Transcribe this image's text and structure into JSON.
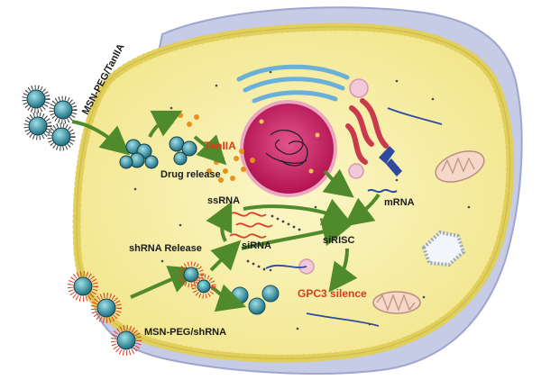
{
  "labels": {
    "msn_peg_tanIIA": "MSN-PEG/TanIIA",
    "drug_release": "Drug release",
    "tanIIA": "TanIIA",
    "mrna": "mRNA",
    "ssrna": "ssRNA",
    "shrna_release": "shRNA Release",
    "sirna": "siRNA",
    "sirisc": "siRISC",
    "gpc3_silence": "GPC3 silence",
    "msn_peg_shrna": "MSN-PEG/shRNA"
  },
  "colors": {
    "cytoplasm": "#f7f0a0",
    "membrane_bead": "#e4d56a",
    "outer_cell": "#c9cde6",
    "nucleus": "#c4185e",
    "nanoparticle": "#2a8ea0",
    "arrow": "#4f8a2c",
    "drug": "#e8901c",
    "highlight_text": "#d2401c"
  }
}
